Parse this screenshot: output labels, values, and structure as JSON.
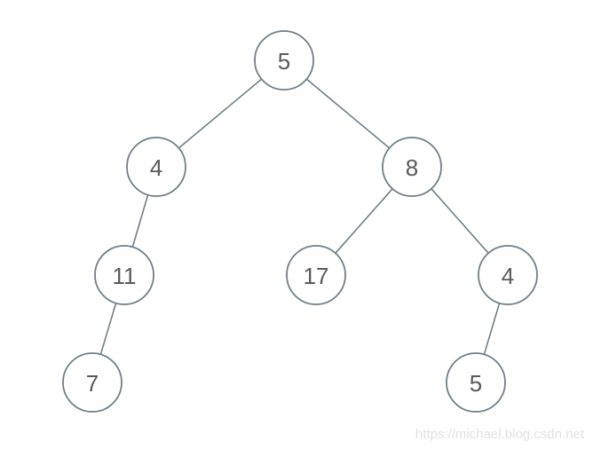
{
  "tree": {
    "nodes": [
      {
        "id": "n1",
        "label": "5"
      },
      {
        "id": "n2",
        "label": "4"
      },
      {
        "id": "n3",
        "label": "8"
      },
      {
        "id": "n4",
        "label": "11"
      },
      {
        "id": "n5",
        "label": "17"
      },
      {
        "id": "n6",
        "label": "4"
      },
      {
        "id": "n7",
        "label": "7"
      },
      {
        "id": "n8",
        "label": "5"
      }
    ],
    "edges": [
      {
        "from": "n1",
        "to": "n2"
      },
      {
        "from": "n1",
        "to": "n3"
      },
      {
        "from": "n2",
        "to": "n4"
      },
      {
        "from": "n3",
        "to": "n5"
      },
      {
        "from": "n3",
        "to": "n6"
      },
      {
        "from": "n4",
        "to": "n7"
      },
      {
        "from": "n6",
        "to": "n8"
      }
    ]
  },
  "watermark": "https://michael.blog.csdn.net"
}
